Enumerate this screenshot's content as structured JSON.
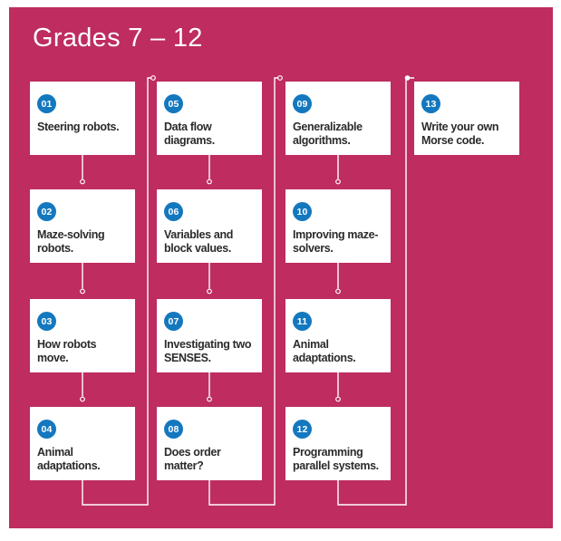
{
  "title": "Grades 7 – 12",
  "colors": {
    "background": "#BE2C60",
    "card": "#FFFFFF",
    "badge": "#1478BF",
    "text": "#2B2B2B",
    "connector": "#FFFFFF"
  },
  "cards": [
    {
      "number": "01",
      "label": "Steering robots."
    },
    {
      "number": "02",
      "label": "Maze-solving\nrobots."
    },
    {
      "number": "03",
      "label": "How robots\nmove."
    },
    {
      "number": "04",
      "label": "Animal\nadaptations."
    },
    {
      "number": "05",
      "label": "Data flow\ndiagrams."
    },
    {
      "number": "06",
      "label": "Variables and\nblock values."
    },
    {
      "number": "07",
      "label": "Investigating two\nSENSES."
    },
    {
      "number": "08",
      "label": "Does order\nmatter?"
    },
    {
      "number": "09",
      "label": "Generalizable\nalgorithms."
    },
    {
      "number": "10",
      "label": "Improving maze-\nsolvers."
    },
    {
      "number": "11",
      "label": "Animal\nadaptations."
    },
    {
      "number": "12",
      "label": "Programming\nparallel systems."
    },
    {
      "number": "13",
      "label": "Write your own\nMorse code."
    }
  ]
}
